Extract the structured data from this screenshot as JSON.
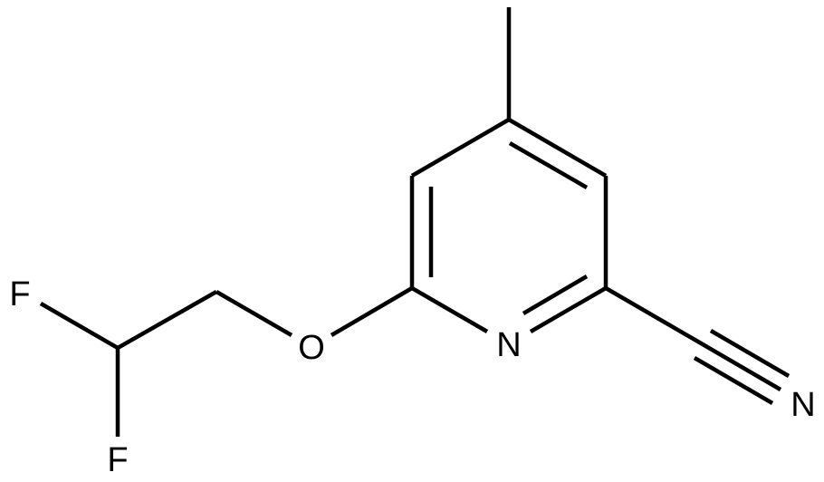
{
  "molecule": {
    "atoms": {
      "nitrile_n": "N",
      "ring_n": "N",
      "ether_o": "O",
      "fluorine_top": "F",
      "fluorine_bottom": "F"
    }
  },
  "colors": {
    "bond": "#000000",
    "text": "#000000",
    "background": "#ffffff"
  }
}
